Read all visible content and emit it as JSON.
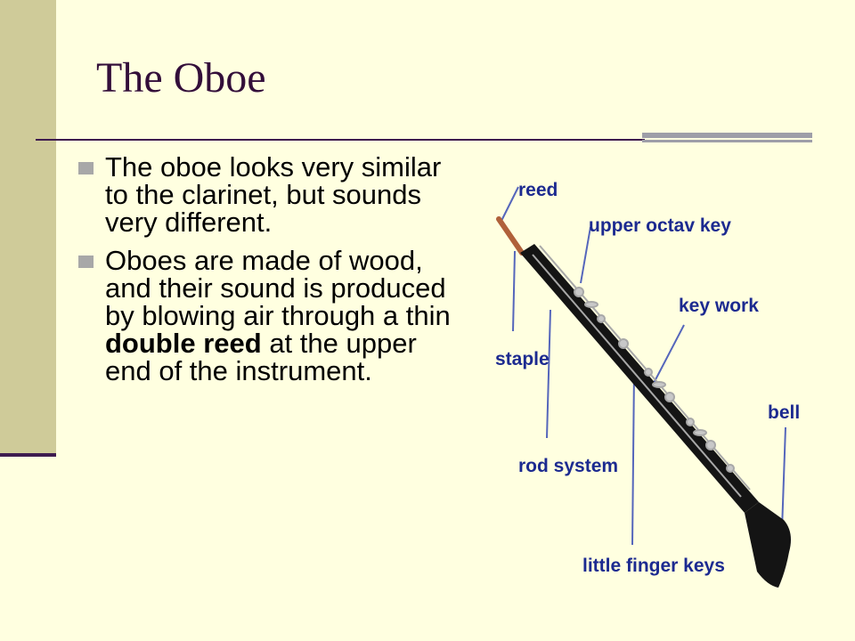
{
  "slide": {
    "title": "The Oboe",
    "bullets": [
      {
        "text": "The oboe looks very similar to the clarinet, but sounds very different."
      },
      {
        "pre": "Oboes are made of wood, and their sound is produced by blowing air through a thin ",
        "bold": "double reed",
        "post": " at the upper end of the instrument."
      }
    ]
  },
  "diagram": {
    "labels": {
      "reed": "reed",
      "upper_octave_key": "upper octav key",
      "key_work": "key work",
      "staple": "staple",
      "bell": "bell",
      "rod_system": "rod system",
      "little_finger_keys": "little finger keys"
    }
  },
  "colors": {
    "background": "#FFFFE0",
    "sidebar": "#CFCB99",
    "accent_dark": "#3E1B4F",
    "title": "#330E3A",
    "label_blue": "#1C2A90"
  }
}
